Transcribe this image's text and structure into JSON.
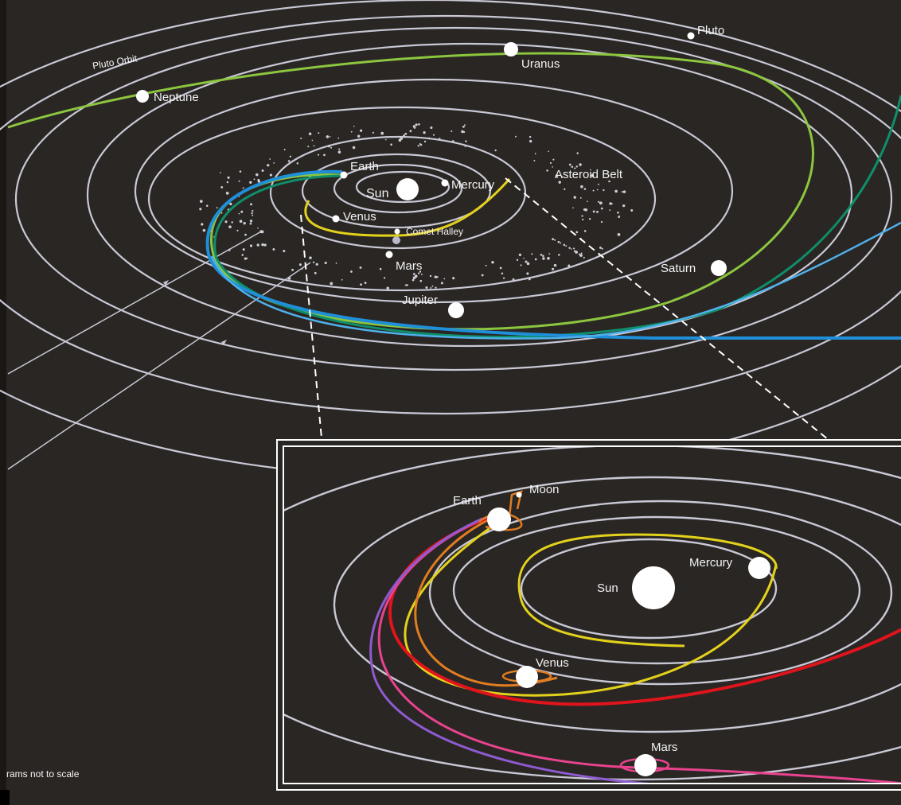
{
  "main": {
    "labels": {
      "pluto_orbit": "Pluto Orbit",
      "pluto": "Pluto",
      "uranus": "Uranus",
      "neptune": "Neptune",
      "earth": "Earth",
      "sun": "Sun",
      "mercury": "Mercury",
      "venus": "Venus",
      "comet_halley": "Comet Halley",
      "mars": "Mars",
      "asteroid_belt": "Asteroid Belt",
      "jupiter": "Jupiter",
      "saturn": "Saturn"
    }
  },
  "inset": {
    "labels": {
      "earth": "Earth",
      "moon": "Moon",
      "mercury": "Mercury",
      "sun": "Sun",
      "venus": "Venus",
      "mars": "Mars"
    }
  },
  "footer": {
    "note": "rams not to scale"
  },
  "colors": {
    "background": "#2a2623",
    "orbit": "#c9c9d6",
    "green_path": "#8cc63f",
    "blue_path": "#1e8fd8",
    "teal_path": "#0e8f6a",
    "yellow_path": "#e3d21c",
    "red_path": "#e0141c",
    "pink_path": "#e8438f",
    "purple_path": "#8e5bd0",
    "orange_path": "#e07d22"
  }
}
